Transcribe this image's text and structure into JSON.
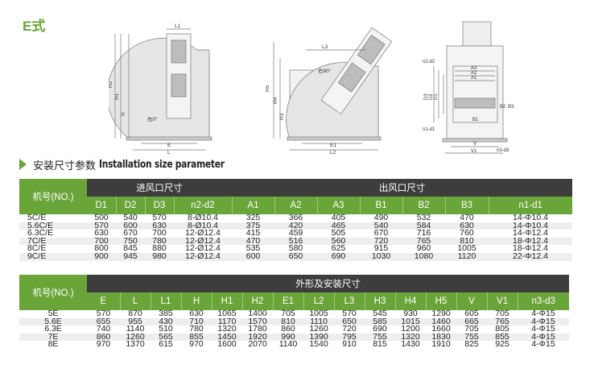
{
  "page": {
    "style_label": "E式"
  },
  "section": {
    "title_cn": "安装尺寸参数",
    "title_en": "Installation size parameter"
  },
  "drawings": {
    "d1": {
      "labels": [
        "L1",
        "H2",
        "H1",
        "H",
        "右0°",
        "E",
        "L"
      ]
    },
    "d2": {
      "labels": [
        "L3",
        "右90°",
        "H5",
        "H4",
        "H3",
        "E1",
        "L2"
      ]
    },
    "d3": {
      "labels": [
        "n2-d2",
        "A3",
        "A2",
        "A1",
        "D3",
        "D2",
        "D1",
        "n1-d1",
        "B1",
        "B2",
        "B3",
        "V",
        "V1",
        "n3-d3"
      ]
    }
  },
  "table1": {
    "col_header_label": "机号(NO.)",
    "group1": "进风口尺寸",
    "group2": "出风口尺寸",
    "columns": [
      "D1",
      "D2",
      "D3",
      "n2-d2",
      "A1",
      "A2",
      "A3",
      "B1",
      "B2",
      "B3",
      "n1-d1"
    ],
    "rows": [
      [
        "5C/E",
        "500",
        "540",
        "570",
        "8-Ø10.4",
        "325",
        "366",
        "405",
        "490",
        "532",
        "470",
        "14-Φ10.4"
      ],
      [
        "5.6C/E",
        "570",
        "600",
        "630",
        "8-Ø10.4",
        "375",
        "420",
        "465",
        "540",
        "584",
        "630",
        "14-Φ10.4"
      ],
      [
        "6.3C/E",
        "630",
        "670",
        "700",
        "12-Ø12.4",
        "415",
        "459",
        "505",
        "670",
        "716",
        "760",
        "14-Φ12.4"
      ],
      [
        "7C/E",
        "700",
        "750",
        "780",
        "12-Ø12.4",
        "470",
        "516",
        "560",
        "720",
        "765",
        "810",
        "18-Φ12.4"
      ],
      [
        "8C/E",
        "800",
        "845",
        "880",
        "12-Ø12.4",
        "535",
        "580",
        "625",
        "915",
        "960",
        "1005",
        "18-Φ12.4"
      ],
      [
        "9C/E",
        "900",
        "945",
        "980",
        "12-Ø12.4",
        "600",
        "650",
        "690",
        "1030",
        "1080",
        "1120",
        "22-Φ12.4"
      ]
    ]
  },
  "table2": {
    "col_header_label": "机号(NO.)",
    "group": "外形及安装尺寸",
    "columns": [
      "E",
      "L",
      "L1",
      "H",
      "H1",
      "H2",
      "E1",
      "L2",
      "L3",
      "H3",
      "H4",
      "H5",
      "V",
      "V1",
      "n3-d3"
    ],
    "rows": [
      [
        "5E",
        "570",
        "870",
        "385",
        "630",
        "1065",
        "1400",
        "705",
        "1005",
        "570",
        "545",
        "930",
        "1290",
        "605",
        "705",
        "4-Φ15"
      ],
      [
        "5.6E",
        "655",
        "955",
        "430",
        "710",
        "1170",
        "1570",
        "810",
        "1110",
        "650",
        "585",
        "1015",
        "1460",
        "665",
        "765",
        "4-Φ15"
      ],
      [
        "6.3E",
        "740",
        "1140",
        "510",
        "780",
        "1320",
        "1780",
        "860",
        "1260",
        "720",
        "690",
        "1200",
        "1660",
        "705",
        "805",
        "4-Φ15"
      ],
      [
        "7E",
        "860",
        "1260",
        "565",
        "855",
        "1450",
        "1920",
        "990",
        "1390",
        "795",
        "755",
        "1320",
        "1830",
        "755",
        "855",
        "4-Φ15"
      ],
      [
        "8E",
        "970",
        "1370",
        "615",
        "970",
        "1600",
        "2070",
        "1140",
        "1540",
        "910",
        "815",
        "1430",
        "1910",
        "825",
        "925",
        "4-Φ15"
      ]
    ]
  }
}
